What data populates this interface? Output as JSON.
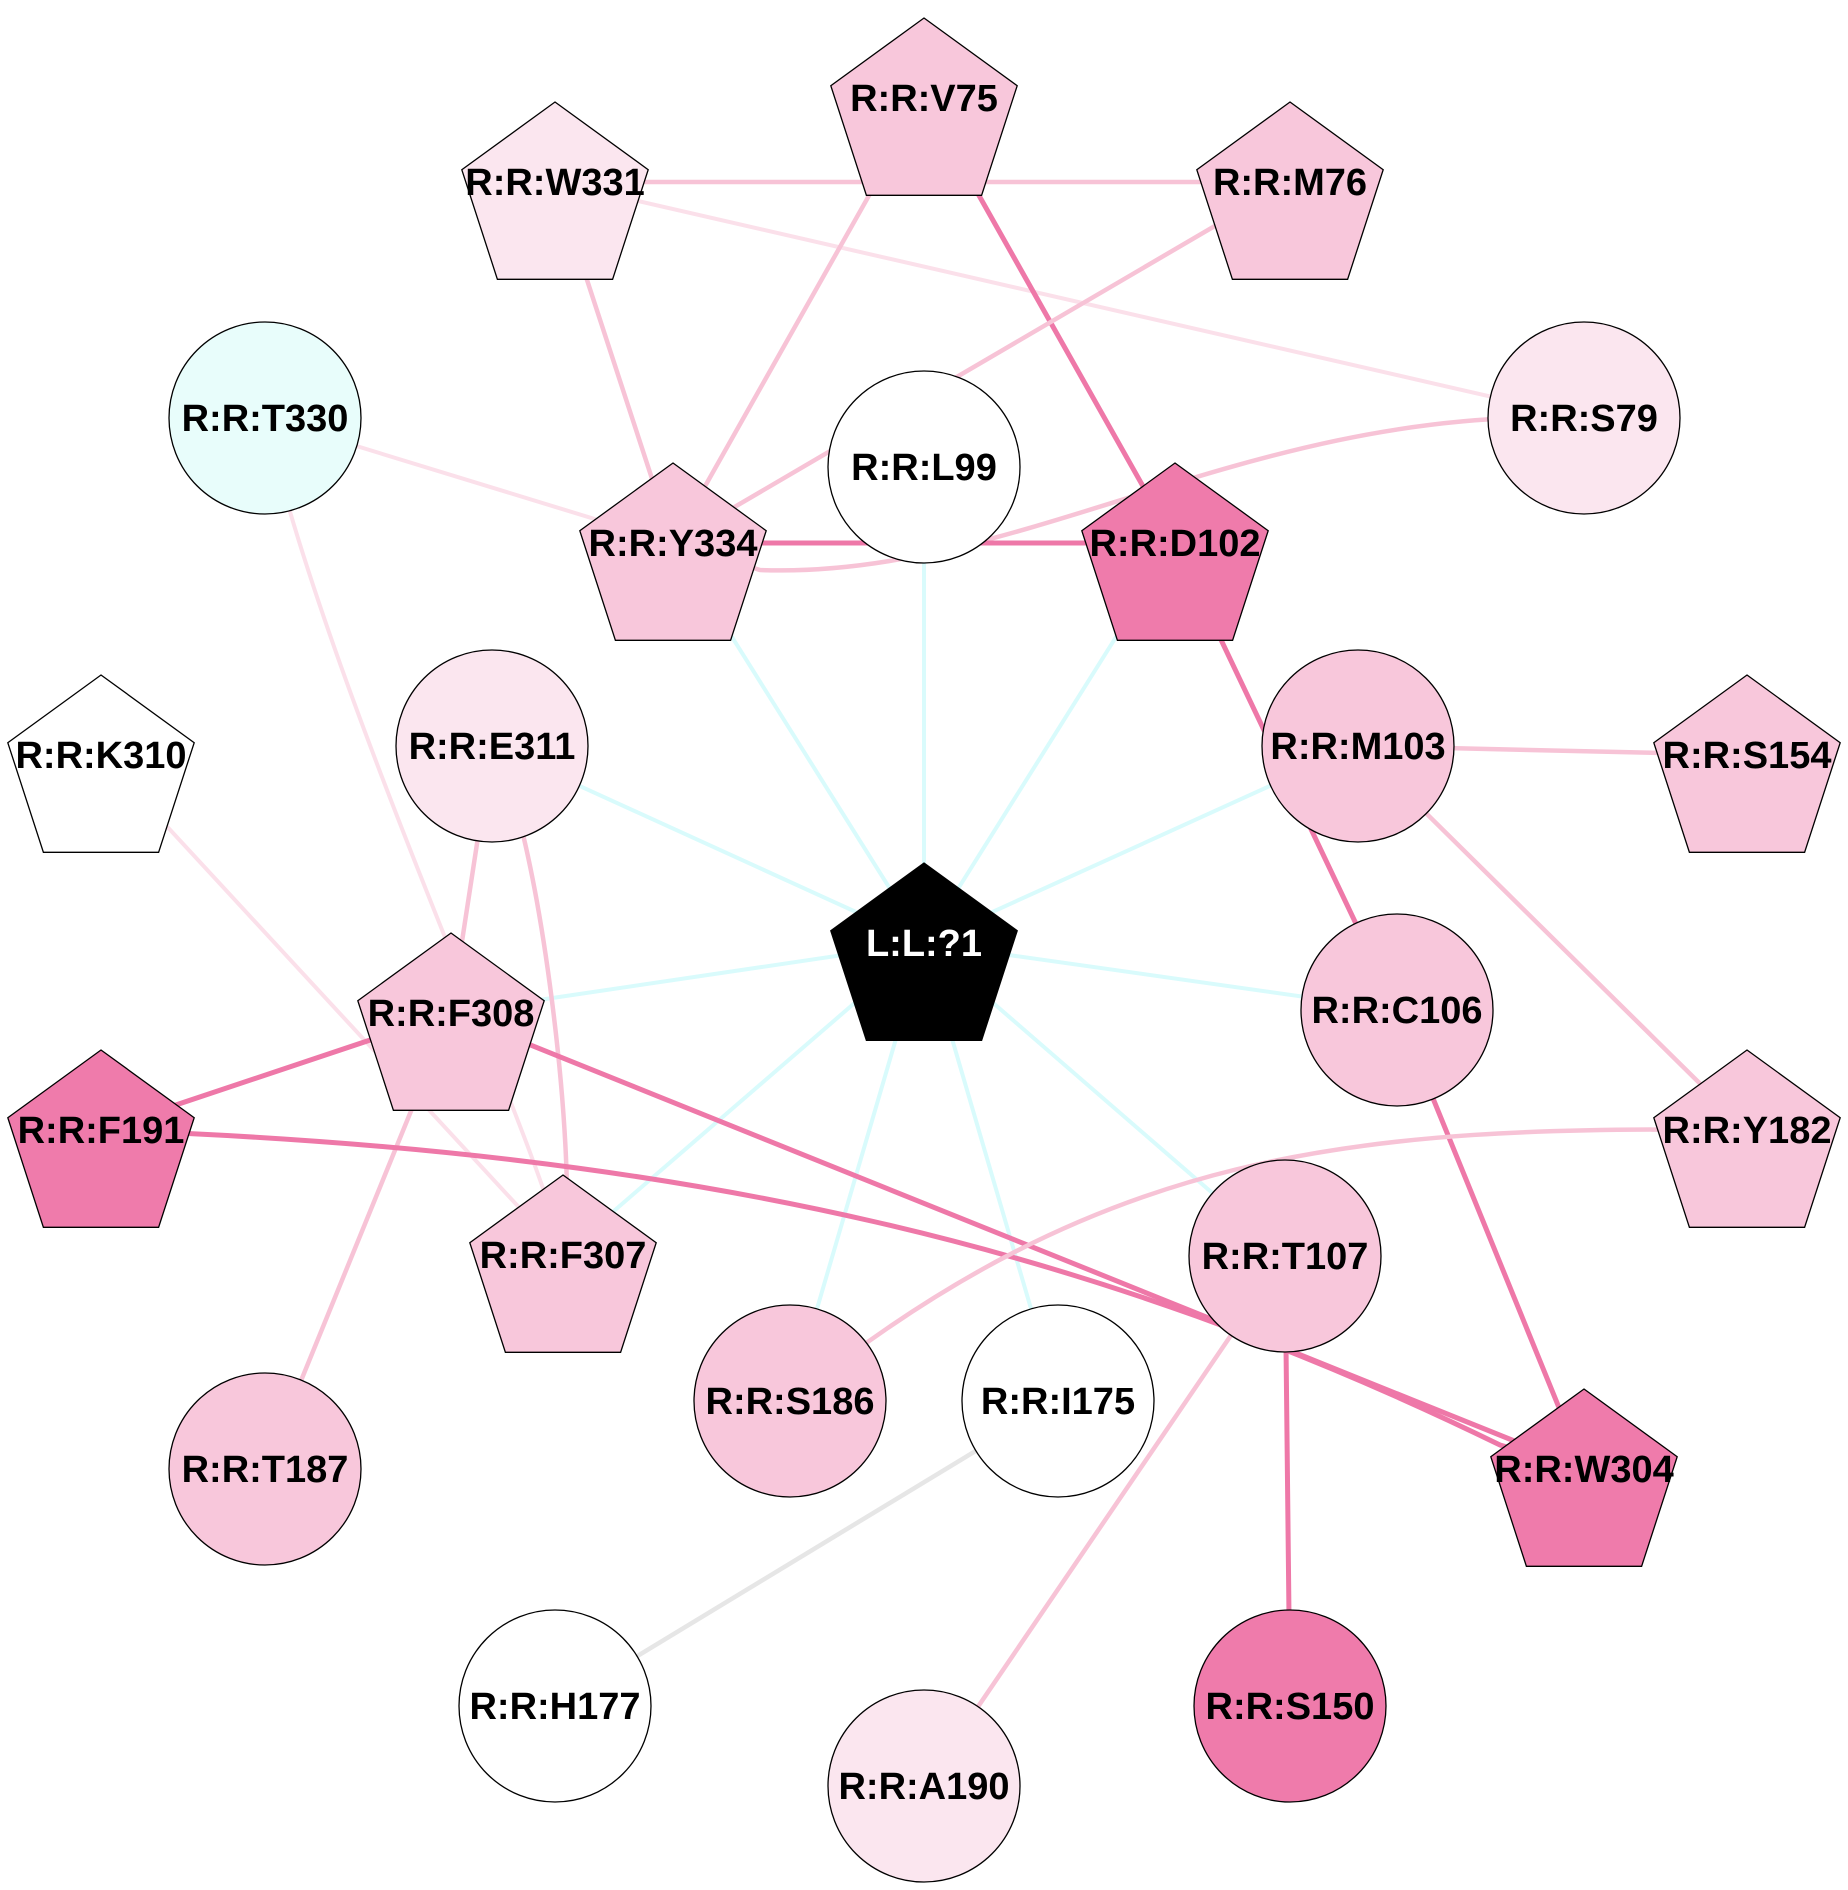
{
  "colors": {
    "white": "#ffffff",
    "pink_light": "#fbe6ef",
    "pink_mid": "#f8c7db",
    "pink_dark": "#ef7bab",
    "cyan_light": "#e8fdfb",
    "black": "#000000",
    "edge_cyan": "#d9fbfc",
    "edge_pink_light": "#fbe0ea",
    "edge_pink": "#f7c3d6",
    "edge_pink_dark": "#ee78a8",
    "edge_gray": "#e6e6e6"
  },
  "nodes": [
    {
      "id": "L:L:?1",
      "label": "L:L:?1",
      "shape": "pentagon",
      "fill": "black",
      "text_color": "white"
    },
    {
      "id": "R:R:V75",
      "label": "R:R:V75",
      "shape": "pentagon",
      "fill": "pink_mid"
    },
    {
      "id": "R:R:W331",
      "label": "R:R:W331",
      "shape": "pentagon",
      "fill": "pink_light"
    },
    {
      "id": "R:R:M76",
      "label": "R:R:M76",
      "shape": "pentagon",
      "fill": "pink_mid"
    },
    {
      "id": "R:R:T330",
      "label": "R:R:T330",
      "shape": "circle",
      "fill": "cyan_light"
    },
    {
      "id": "R:R:S79",
      "label": "R:R:S79",
      "shape": "circle",
      "fill": "pink_light"
    },
    {
      "id": "R:R:L99",
      "label": "R:R:L99",
      "shape": "circle",
      "fill": "white"
    },
    {
      "id": "R:R:Y334",
      "label": "R:R:Y334",
      "shape": "pentagon",
      "fill": "pink_mid"
    },
    {
      "id": "R:R:D102",
      "label": "R:R:D102",
      "shape": "pentagon",
      "fill": "pink_dark"
    },
    {
      "id": "R:R:K310",
      "label": "R:R:K310",
      "shape": "pentagon",
      "fill": "white"
    },
    {
      "id": "R:R:E311",
      "label": "R:R:E311",
      "shape": "circle",
      "fill": "pink_light"
    },
    {
      "id": "R:R:M103",
      "label": "R:R:M103",
      "shape": "circle",
      "fill": "pink_mid"
    },
    {
      "id": "R:R:S154",
      "label": "R:R:S154",
      "shape": "pentagon",
      "fill": "pink_mid"
    },
    {
      "id": "R:R:F308",
      "label": "R:R:F308",
      "shape": "pentagon",
      "fill": "pink_mid"
    },
    {
      "id": "R:R:C106",
      "label": "R:R:C106",
      "shape": "circle",
      "fill": "pink_mid"
    },
    {
      "id": "R:R:F191",
      "label": "R:R:F191",
      "shape": "pentagon",
      "fill": "pink_dark"
    },
    {
      "id": "R:R:Y182",
      "label": "R:R:Y182",
      "shape": "pentagon",
      "fill": "pink_mid"
    },
    {
      "id": "R:R:F307",
      "label": "R:R:F307",
      "shape": "pentagon",
      "fill": "pink_mid"
    },
    {
      "id": "R:R:T107",
      "label": "R:R:T107",
      "shape": "circle",
      "fill": "pink_mid"
    },
    {
      "id": "R:R:S186",
      "label": "R:R:S186",
      "shape": "circle",
      "fill": "pink_mid"
    },
    {
      "id": "R:R:I175",
      "label": "R:R:I175",
      "shape": "circle",
      "fill": "white"
    },
    {
      "id": "R:R:T187",
      "label": "R:R:T187",
      "shape": "circle",
      "fill": "pink_mid"
    },
    {
      "id": "R:R:W304",
      "label": "R:R:W304",
      "shape": "pentagon",
      "fill": "pink_dark"
    },
    {
      "id": "R:R:H177",
      "label": "R:R:H177",
      "shape": "circle",
      "fill": "white"
    },
    {
      "id": "R:R:A190",
      "label": "R:R:A190",
      "shape": "circle",
      "fill": "pink_light"
    },
    {
      "id": "R:R:S150",
      "label": "R:R:S150",
      "shape": "circle",
      "fill": "pink_dark"
    }
  ],
  "edges": [
    {
      "source": "L:L:?1",
      "target": "R:R:L99",
      "color": "edge_cyan"
    },
    {
      "source": "L:L:?1",
      "target": "R:R:Y334",
      "color": "edge_cyan"
    },
    {
      "source": "L:L:?1",
      "target": "R:R:D102",
      "color": "edge_cyan"
    },
    {
      "source": "L:L:?1",
      "target": "R:R:E311",
      "color": "edge_cyan"
    },
    {
      "source": "L:L:?1",
      "target": "R:R:M103",
      "color": "edge_cyan"
    },
    {
      "source": "L:L:?1",
      "target": "R:R:F308",
      "color": "edge_cyan"
    },
    {
      "source": "L:L:?1",
      "target": "R:R:C106",
      "color": "edge_cyan"
    },
    {
      "source": "L:L:?1",
      "target": "R:R:F307",
      "color": "edge_cyan"
    },
    {
      "source": "L:L:?1",
      "target": "R:R:T107",
      "color": "edge_cyan"
    },
    {
      "source": "L:L:?1",
      "target": "R:R:S186",
      "color": "edge_cyan"
    },
    {
      "source": "L:L:?1",
      "target": "R:R:I175",
      "color": "edge_cyan"
    },
    {
      "source": "R:R:W331",
      "target": "R:R:M76",
      "color": "edge_pink"
    },
    {
      "source": "R:R:W331",
      "target": "R:R:S79",
      "color": "edge_pink_light"
    },
    {
      "source": "R:R:W331",
      "target": "R:R:Y334",
      "color": "edge_pink"
    },
    {
      "source": "R:R:V75",
      "target": "R:R:Y334",
      "color": "edge_pink"
    },
    {
      "source": "R:R:V75",
      "target": "R:R:D102",
      "color": "edge_pink_dark"
    },
    {
      "source": "R:R:M76",
      "target": "R:R:Y334",
      "color": "edge_pink"
    },
    {
      "source": "R:R:T330",
      "target": "R:R:Y334",
      "color": "edge_pink_light"
    },
    {
      "source": "R:R:T330",
      "target": "R:R:F307",
      "color": "edge_pink_light"
    },
    {
      "source": "R:R:S79",
      "target": "R:R:Y334",
      "color": "edge_pink"
    },
    {
      "source": "R:R:Y334",
      "target": "R:R:D102",
      "color": "edge_pink_dark"
    },
    {
      "source": "R:R:D102",
      "target": "R:R:C106",
      "color": "edge_pink_dark"
    },
    {
      "source": "R:R:M103",
      "target": "R:R:S154",
      "color": "edge_pink"
    },
    {
      "source": "R:R:M103",
      "target": "R:R:Y182",
      "color": "edge_pink"
    },
    {
      "source": "R:R:K310",
      "target": "R:R:F307",
      "color": "edge_pink_light"
    },
    {
      "source": "R:R:E311",
      "target": "R:R:F308",
      "color": "edge_pink"
    },
    {
      "source": "R:R:E311",
      "target": "R:R:F307",
      "color": "edge_pink"
    },
    {
      "source": "R:R:F308",
      "target": "R:R:F191",
      "color": "edge_pink_dark"
    },
    {
      "source": "R:R:F308",
      "target": "R:R:W304",
      "color": "edge_pink_dark"
    },
    {
      "source": "R:R:F308",
      "target": "R:R:T187",
      "color": "edge_pink"
    },
    {
      "source": "R:R:F191",
      "target": "R:R:W304",
      "color": "edge_pink_dark"
    },
    {
      "source": "R:R:C106",
      "target": "R:R:W304",
      "color": "edge_pink_dark"
    },
    {
      "source": "R:R:Y182",
      "target": "R:R:S186",
      "color": "edge_pink"
    },
    {
      "source": "R:R:T107",
      "target": "R:R:S150",
      "color": "edge_pink_dark"
    },
    {
      "source": "R:R:T107",
      "target": "R:R:A190",
      "color": "edge_pink"
    },
    {
      "source": "R:R:I175",
      "target": "R:R:H177",
      "color": "edge_gray"
    }
  ]
}
